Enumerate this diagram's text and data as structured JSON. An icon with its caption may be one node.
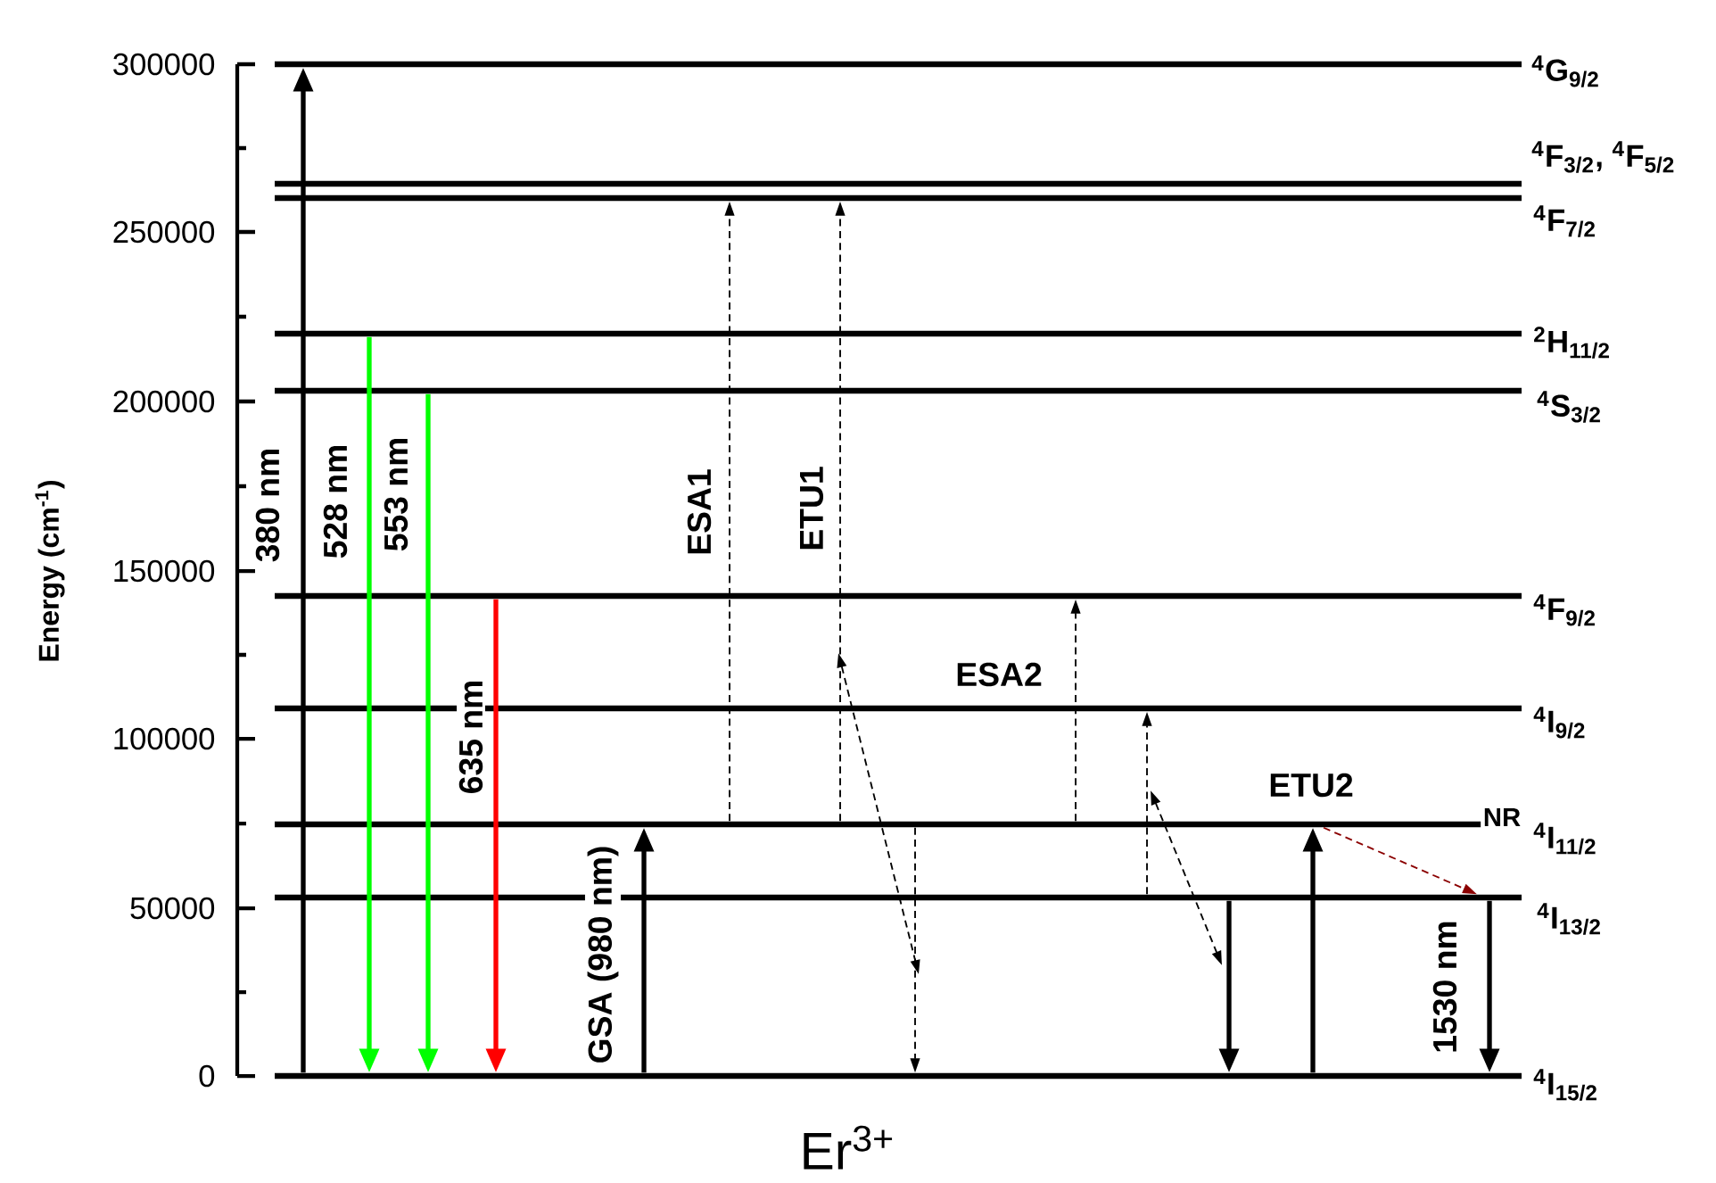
{
  "diagram": {
    "nodes": [
      {
        "text": [
          "$^{4}$G$_{9/2}$"
        ]
      },
      {
        "text": [
          "$^{4}$F$_{3/2}$, $^{4}$F$_{5/2}$"
        ]
      },
      {
        "text": [
          "$^{4}$F$_{7/2}$"
        ]
      },
      {
        "text": [
          "$^{2}$H$_{11/2}$"
        ]
      },
      {
        "text": [
          "$^{4}$S$_{3/2}$"
        ]
      },
      {
        "text": [
          "$^{4}$F$_{9/2}$"
        ]
      },
      {
        "text": [
          "$^{4}$I$_{9/2}$"
        ]
      },
      {
        "text": [
          "$^{4}$I$_{11/2}$"
        ]
      },
      {
        "text": [
          "$^{4}$I$_{13/2}$"
        ]
      },
      {
        "text": [
          "$^{4}$I$_{15/2}$"
        ]
      }
    ],
    "edges": [
      {
        "from": 9,
        "to": 0,
        "arrow": "to",
        "label": "380 nm"
      },
      {
        "from": 3,
        "to": 9,
        "arrow": "to",
        "label": "528 nm",
        "color": "#00ff00"
      },
      {
        "from": 4,
        "to": 9,
        "arrow": "to",
        "label": "553 nm",
        "color": "#00ff00"
      },
      {
        "from": 5,
        "to": 9,
        "arrow": "to",
        "label": "635 nm",
        "color": "#ff0000"
      },
      {
        "from": 9,
        "to": 7,
        "arrow": "to",
        "label": "GSA (980 nm)"
      },
      {
        "from": 7,
        "to": 2,
        "arrow": "to",
        "label": "ESA1",
        "style": "dashed"
      },
      {
        "from": 7,
        "to": 2,
        "arrow": "to",
        "label": "ETU1",
        "style": "dashed"
      },
      {
        "from": 7,
        "to": 9,
        "arrow": "to",
        "style": "dashed"
      },
      {
        "from": 7,
        "to": 5,
        "arrow": "to",
        "label": "ESA2",
        "style": "dashed"
      },
      {
        "from": 8,
        "to": 6,
        "arrow": "to",
        "style": "dashed"
      },
      {
        "from": 8,
        "to": 9,
        "arrow": "to"
      },
      {
        "from": 9,
        "to": 7,
        "arrow": "to",
        "label": "ETU2"
      },
      {
        "from": 7,
        "to": 8,
        "arrow": "to",
        "label": "NR",
        "style": "dashed",
        "color": "#8b0000"
      },
      {
        "from": 8,
        "to": 9,
        "arrow": "to",
        "label": "1530 nm"
      }
    ],
    "labels": [
      "300000",
      "250000",
      "200000",
      "150000",
      "100000",
      "50000",
      "0",
      "Energy (cm$^{-1}$)",
      "Er$^{3+}$"
    ]
  }
}
